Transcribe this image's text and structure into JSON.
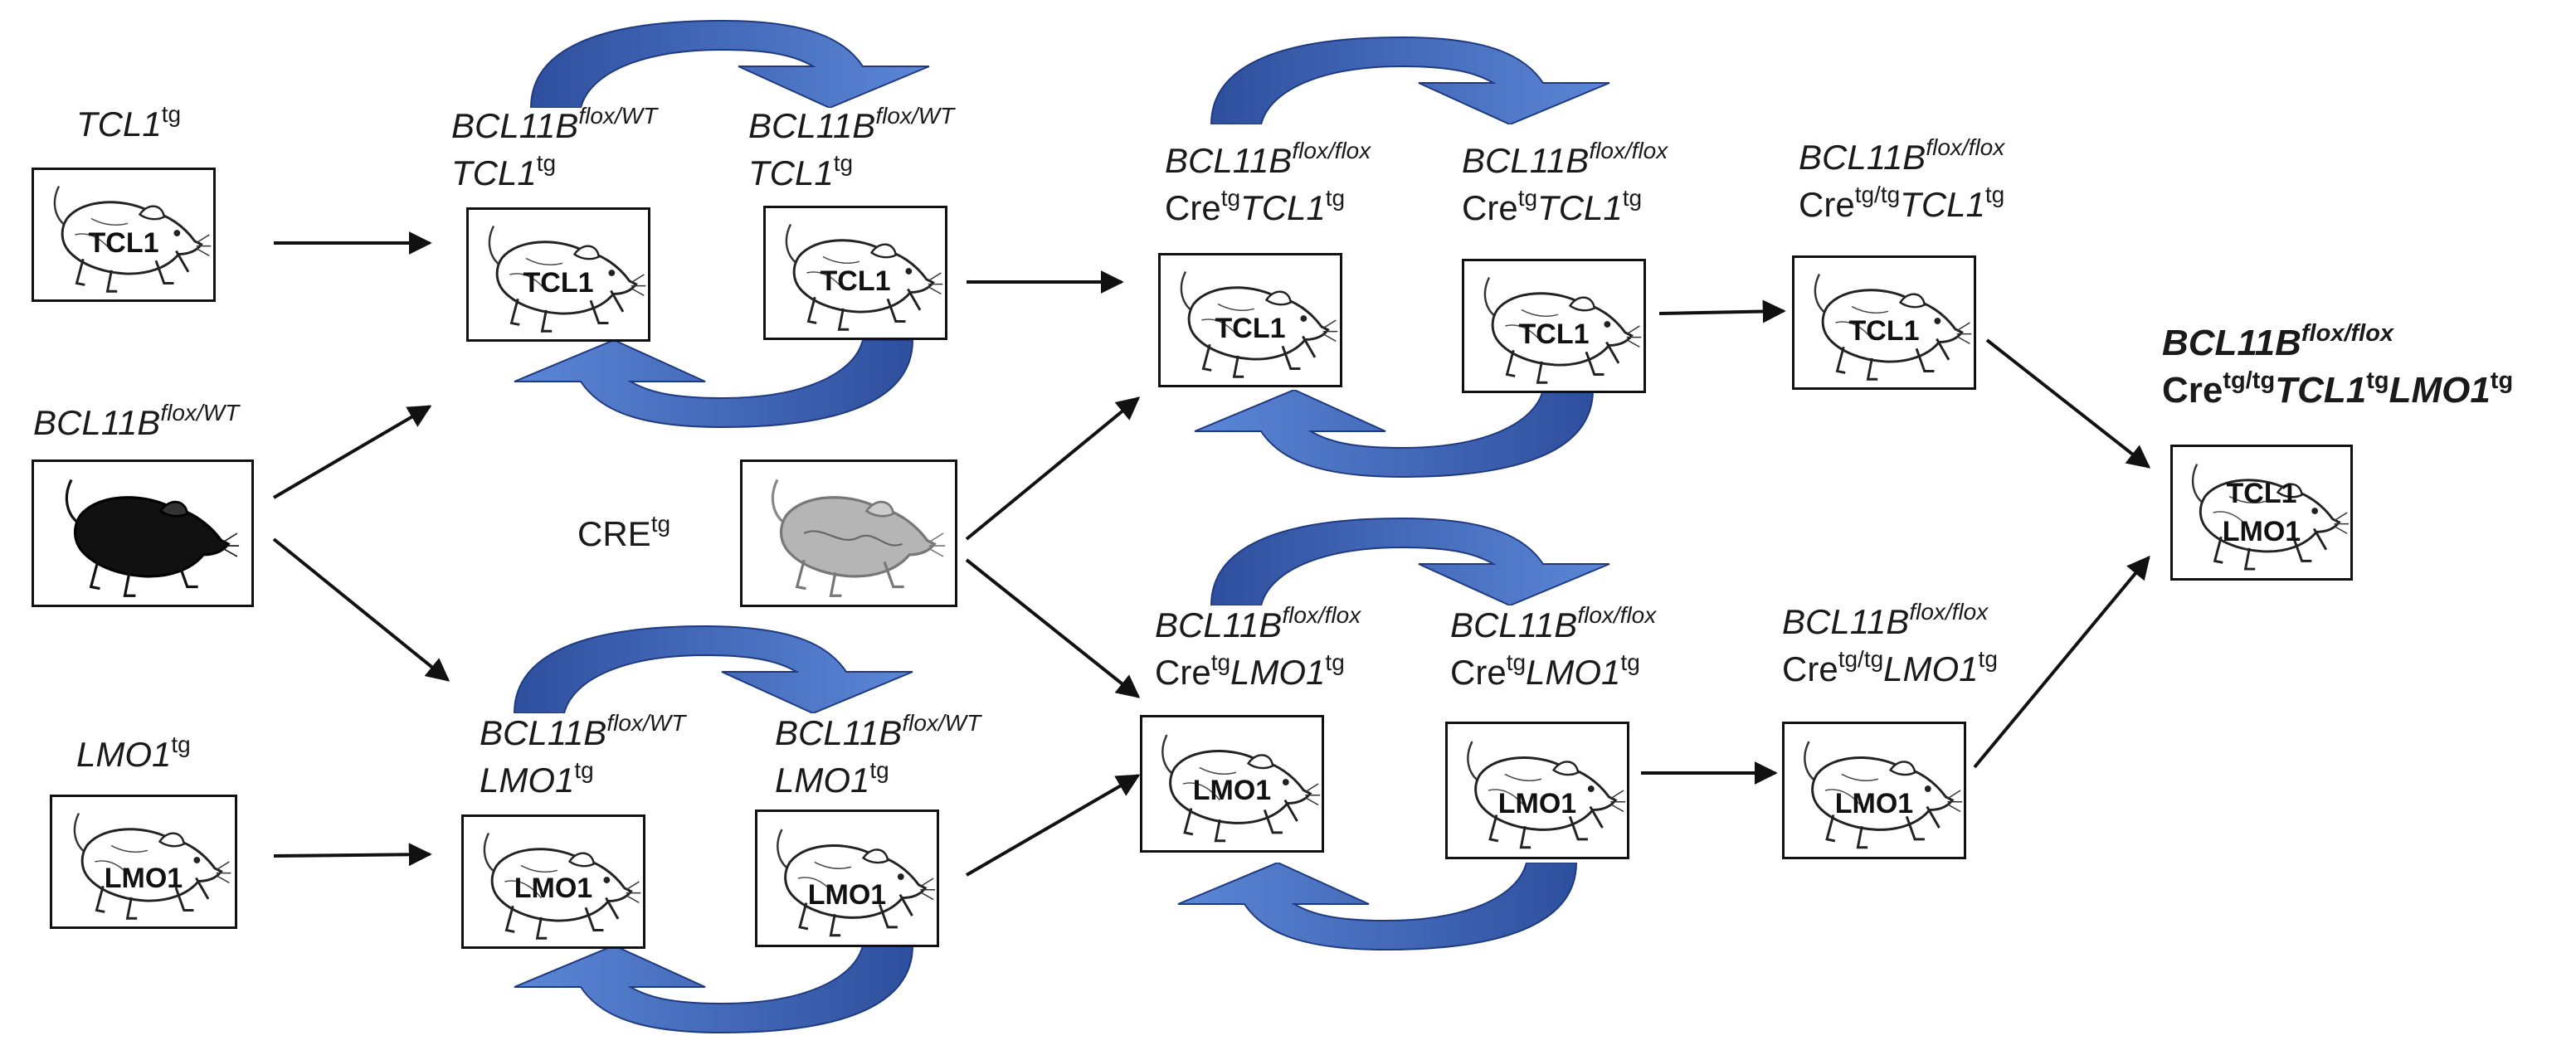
{
  "colors": {
    "cycle_arrow_dark": "#2e4f9e",
    "cycle_arrow_light": "#5b87d6",
    "arrow": "#111111",
    "mouse_outline": "#222222",
    "floxed_mouse_fill": "#111111",
    "cre_mouse_fill": "#8a8a8a"
  },
  "icons": [
    "mouse-icon",
    "cycle-arrow-icon",
    "arrow-icon"
  ],
  "labels": {
    "tcl1_founder": {
      "gene": "TCL1",
      "sup": "tg"
    },
    "bcl11b_founder": {
      "gene": "BCL11B",
      "sup": "flox/WT"
    },
    "lmo1_founder": {
      "gene": "LMO1",
      "sup": "tg"
    },
    "cre_founder": {
      "gene": "CRE",
      "sup": "tg"
    },
    "tcl1_gen1_a": {
      "l1_gene": "BCL11B",
      "l1_sup": "flox/WT",
      "l2_gene": "TCL1",
      "l2_sup": "tg"
    },
    "tcl1_gen1_b": {
      "l1_gene": "BCL11B",
      "l1_sup": "flox/WT",
      "l2_gene": "TCL1",
      "l2_sup": "tg"
    },
    "lmo1_gen1_a": {
      "l1_gene": "BCL11B",
      "l1_sup": "flox/WT",
      "l2_gene": "LMO1",
      "l2_sup": "tg"
    },
    "lmo1_gen1_b": {
      "l1_gene": "BCL11B",
      "l1_sup": "flox/WT",
      "l2_gene": "LMO1",
      "l2_sup": "tg"
    },
    "tcl1_gen2_a": {
      "l1_gene": "BCL11B",
      "l1_sup": "flox/flox",
      "cre": "Cre",
      "cre_sup": "tg",
      "gene2": "TCL1",
      "gene2_sup": "tg"
    },
    "tcl1_gen2_b": {
      "l1_gene": "BCL11B",
      "l1_sup": "flox/flox",
      "cre": "Cre",
      "cre_sup": "tg",
      "gene2": "TCL1",
      "gene2_sup": "tg"
    },
    "tcl1_gen3": {
      "l1_gene": "BCL11B",
      "l1_sup": "flox/flox",
      "cre": "Cre",
      "cre_sup": "tg/tg",
      "gene2": "TCL1",
      "gene2_sup": "tg"
    },
    "lmo1_gen2_a": {
      "l1_gene": "BCL11B",
      "l1_sup": "flox/flox",
      "cre": "Cre",
      "cre_sup": "tg",
      "gene2": "LMO1",
      "gene2_sup": "tg"
    },
    "lmo1_gen2_b": {
      "l1_gene": "BCL11B",
      "l1_sup": "flox/flox",
      "cre": "Cre",
      "cre_sup": "tg",
      "gene2": "LMO1",
      "gene2_sup": "tg"
    },
    "lmo1_gen3": {
      "l1_gene": "BCL11B",
      "l1_sup": "flox/flox",
      "cre": "Cre",
      "cre_sup": "tg/tg",
      "gene2": "LMO1",
      "gene2_sup": "tg"
    },
    "final": {
      "l1_gene": "BCL11B",
      "l1_sup": "flox/flox",
      "cre": "Cre",
      "cre_sup": "tg/tg",
      "gene2": "TCL1",
      "gene2_sup": "tg",
      "gene3": "LMO1",
      "gene3_sup": "tg"
    }
  },
  "mice": {
    "tcl1_founder": {
      "text": "TCL1"
    },
    "tcl1_gen1_a": {
      "text": "TCL1"
    },
    "tcl1_gen1_b": {
      "text": "TCL1"
    },
    "tcl1_gen2_a": {
      "text": "TCL1"
    },
    "tcl1_gen2_b": {
      "text": "TCL1"
    },
    "tcl1_gen3": {
      "text": "TCL1"
    },
    "lmo1_founder": {
      "text": "LMO1"
    },
    "lmo1_gen1_a": {
      "text": "LMO1"
    },
    "lmo1_gen1_b": {
      "text": "LMO1"
    },
    "lmo1_gen2_a": {
      "text": "LMO1"
    },
    "lmo1_gen2_b": {
      "text": "LMO1"
    },
    "lmo1_gen3": {
      "text": "LMO1"
    },
    "final": {
      "text_line1": "TCL1",
      "text_line2": "LMO1"
    }
  }
}
